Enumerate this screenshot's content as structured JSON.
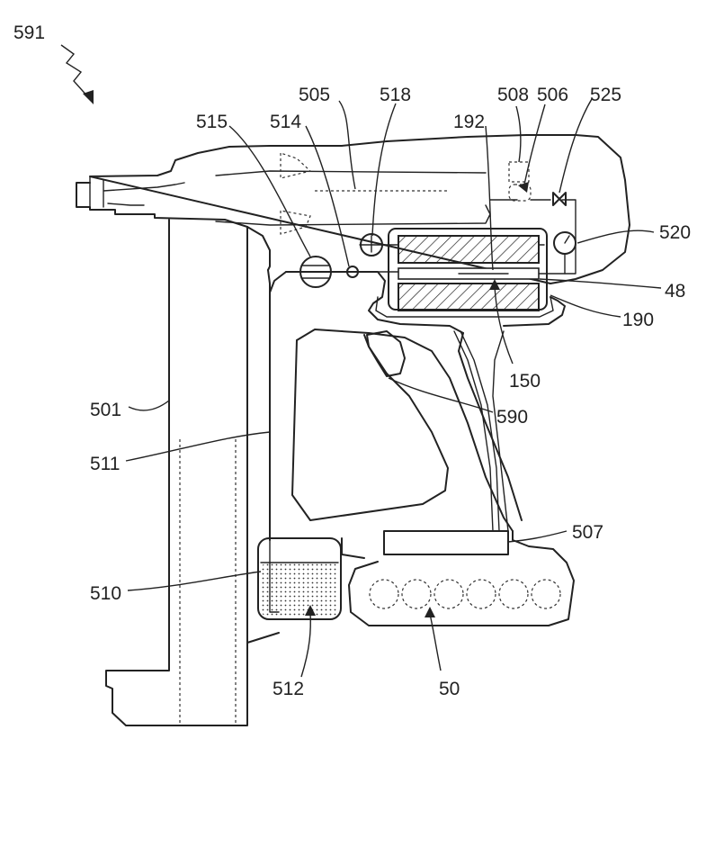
{
  "figure": {
    "labels": {
      "l591": "591",
      "l505": "505",
      "l518": "518",
      "l508": "508",
      "l506": "506",
      "l525": "525",
      "l515": "515",
      "l514": "514",
      "l192": "192",
      "l520": "520",
      "l48": "48",
      "l190": "190",
      "l150": "150",
      "l590": "590",
      "l501": "501",
      "l511": "511",
      "l507": "507",
      "l510": "510",
      "l512": "512",
      "l50": "50"
    }
  }
}
